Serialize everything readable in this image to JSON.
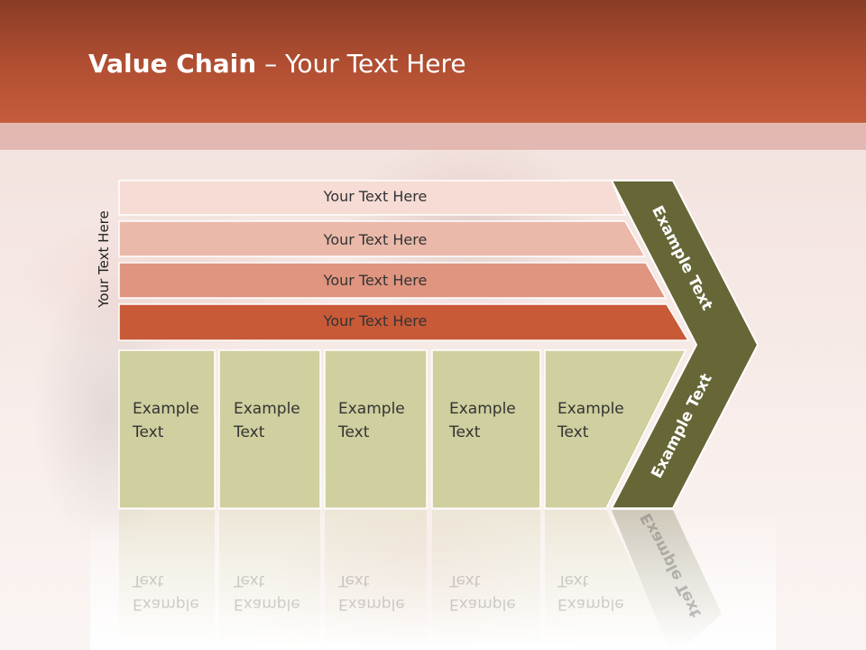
{
  "slide": {
    "title_bold": "Value Chain",
    "title_rest": " – Your Text Here"
  },
  "diagram": {
    "side_label": "Your Text Here",
    "rows": [
      {
        "label": "Your Text Here",
        "color": "#f6dcd5"
      },
      {
        "label": "Your Text Here",
        "color": "#eab9aa"
      },
      {
        "label": "Your Text Here",
        "color": "#df957f"
      },
      {
        "label": "Your Text Here",
        "color": "#c95a37"
      }
    ],
    "columns": [
      {
        "line1": "Example",
        "line2": "Text"
      },
      {
        "line1": "Example",
        "line2": "Text"
      },
      {
        "line1": "Example",
        "line2": "Text"
      },
      {
        "line1": "Example",
        "line2": "Text"
      },
      {
        "line1": "Example",
        "line2": "Text"
      }
    ],
    "column_color": "#cfcf9f",
    "arrow": {
      "color": "#666637",
      "top_label": "Example Text",
      "bottom_label": "Example Text"
    }
  },
  "colors": {
    "header": "#b24f32",
    "accent": "#c95a37"
  }
}
